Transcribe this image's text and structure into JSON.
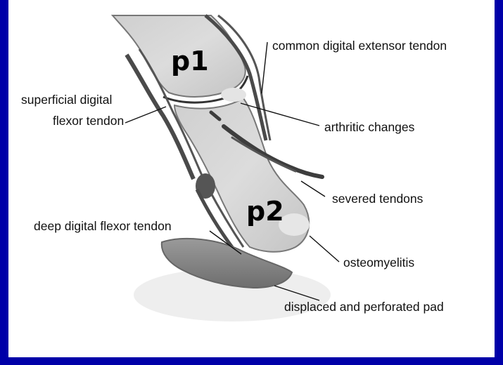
{
  "diagram": {
    "bones": {
      "p1": "p1",
      "p2": "p2"
    },
    "labels": {
      "common_extensor": "common digital extensor tendon",
      "superficial_flexor_line1": "superficial digital",
      "superficial_flexor_line2": "flexor tendon",
      "arthritic": "arthritic changes",
      "severed": "severed tendons",
      "deep_flexor": "deep digital flexor tendon",
      "osteomyelitis": "osteomyelitis",
      "pad": "displaced and perforated pad"
    }
  },
  "colors": {
    "border": "#0000a8",
    "background": "#ffffff",
    "bone": "#d6d6d6",
    "tendon": "#4a4a4a",
    "pad": "#8f8f8f"
  }
}
